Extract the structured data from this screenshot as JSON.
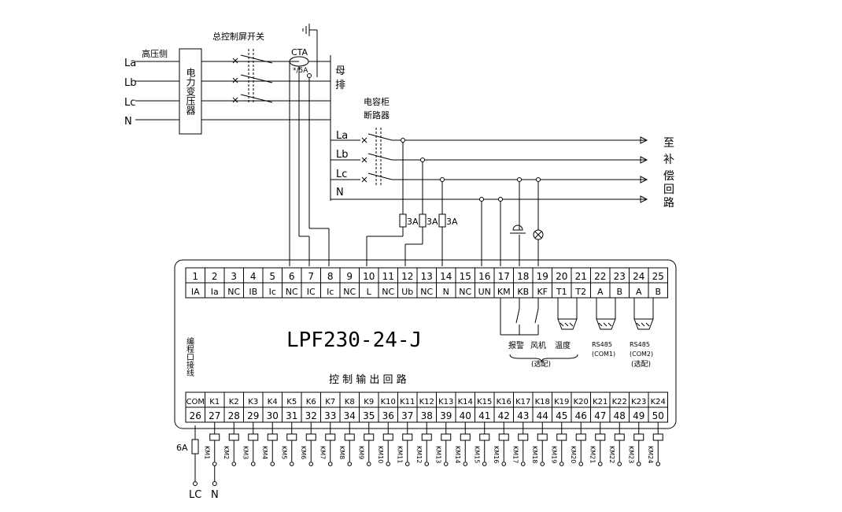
{
  "source": {
    "side_label": "高压侧",
    "line_labels": [
      "La",
      "Lb",
      "Lc",
      "N"
    ],
    "transformer_label": "电力变压器"
  },
  "main_switch_label": "总控制屏开关",
  "ct": {
    "name": "CTA",
    "ratio": "*/5A"
  },
  "busbar_label": [
    "母",
    "排"
  ],
  "capacitor_breaker_label": [
    "电容柜",
    "断路器"
  ],
  "branch_labels": [
    "La",
    "Lb",
    "Lc",
    "N"
  ],
  "destination_label": [
    "至",
    "补",
    "偿",
    "回",
    "路"
  ],
  "fuses": [
    "3A",
    "3A",
    "3A"
  ],
  "device_model": "LPF230-24-J",
  "top_terminals": {
    "numbers": [
      "1",
      "2",
      "3",
      "4",
      "5",
      "6",
      "7",
      "8",
      "9",
      "10",
      "11",
      "12",
      "13",
      "14",
      "15",
      "16",
      "17",
      "18",
      "19",
      "20",
      "21",
      "22",
      "23",
      "24",
      "25"
    ],
    "labels": [
      "IA",
      "Ia",
      "NC",
      "IB",
      "Ic",
      "NC",
      "IC",
      "Ic",
      "NC",
      "L",
      "NC",
      "Ub",
      "NC",
      "N",
      "NC",
      "UN",
      "KM",
      "KB",
      "KF",
      "T1",
      "T2",
      "A",
      "B",
      "A",
      "B"
    ]
  },
  "optional_io": {
    "alarm": "报警",
    "fan": "风机",
    "temperature": "温度",
    "rs485_com1": [
      "RS485",
      "(COM1)"
    ],
    "rs485_com2": [
      "RS485",
      "(COM2)",
      "(选配)"
    ],
    "optional_note": "(选配)"
  },
  "output_section_title": "控 制 输 出 回 路",
  "side_vertical_label": "编程口接线",
  "bottom_terminals": {
    "labels": [
      "COM",
      "K1",
      "K2",
      "K3",
      "K4",
      "K5",
      "K6",
      "K7",
      "K8",
      "K9",
      "K10",
      "K11",
      "K12",
      "K13",
      "K14",
      "K15",
      "K16",
      "K17",
      "K18",
      "K19",
      "K20",
      "K21",
      "K22",
      "K23",
      "K24"
    ],
    "numbers": [
      "26",
      "27",
      "28",
      "29",
      "30",
      "31",
      "32",
      "33",
      "34",
      "35",
      "36",
      "37",
      "38",
      "39",
      "40",
      "41",
      "42",
      "43",
      "44",
      "45",
      "46",
      "47",
      "48",
      "49",
      "50"
    ]
  },
  "contactors": [
    "KM1",
    "KM2",
    "KM3",
    "KM4",
    "KM5",
    "KM6",
    "KM7",
    "KM8",
    "KM9",
    "KM10",
    "KM11",
    "KM12",
    "KM13",
    "KM14",
    "KM15",
    "KM16",
    "KM17",
    "KM18",
    "KM19",
    "KM20",
    "KM21",
    "KM22",
    "KM23",
    "KM24"
  ],
  "control_fuse": "6A",
  "supply_labels": [
    "LC",
    "N"
  ]
}
